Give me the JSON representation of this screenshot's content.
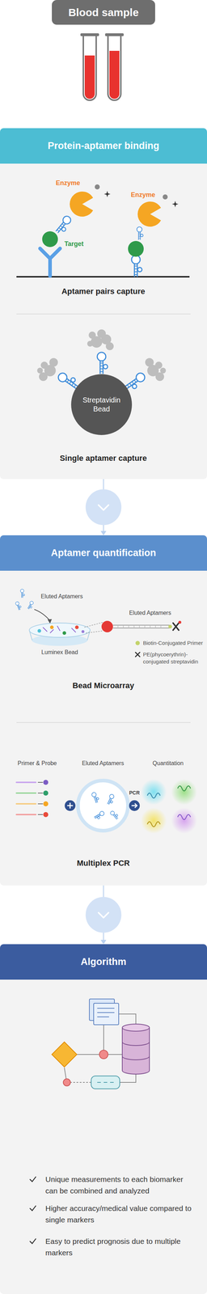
{
  "diagram": {
    "nodes": [
      {
        "text": [
          "Blood sample"
        ]
      },
      {
        "text": [
          "Protein-aptamer binding"
        ]
      },
      {
        "text": [
          "Streptavidin Bead"
        ],
        "in": 1
      },
      {
        "text": [
          "Aptamer quantification"
        ]
      },
      {
        "text": [
          "Algorithm"
        ]
      }
    ],
    "edges": [
      {
        "from": 1,
        "to": 3,
        "arrow": "to"
      },
      {
        "from": 3,
        "to": 4,
        "arrow": "to"
      }
    ],
    "labels": [
      "Enzyme",
      "Target",
      "Enzyme",
      "Aptamer pairs capture",
      "Single aptamer capture",
      "Eluted Aptamers",
      "Eluted Aptamers",
      "Luminex Bead",
      "Bead Microarray",
      "Primer & Probe",
      "Eluted Aptamers",
      "Quantitation",
      "PCR",
      "Multiplex PCR",
      "Unique measurements to each biomarker can be combined and analyzed",
      "Higher accuracy/medical value compared to single markers",
      "Easy to predict prognosis due to multiple markers"
    ],
    "legend": [
      {
        "text": "Biotin-Conjugated Primer",
        "color": "#c3d36a"
      },
      {
        "text": "PE(phycoerythrin)-conjugated streptavidin"
      }
    ]
  }
}
